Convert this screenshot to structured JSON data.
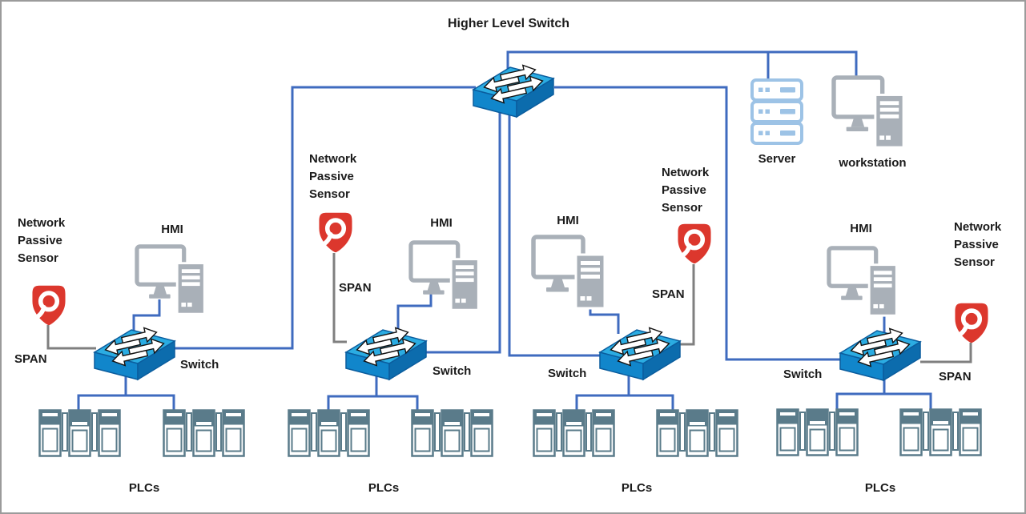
{
  "diagram_title": "Higher Level Switch",
  "infrastructure": {
    "server_label": "Server",
    "workstation_label": "workstation"
  },
  "groups": [
    {
      "sensor_label": "Network Passive Sensor",
      "span_label": "SPAN",
      "hmi_label": "HMI",
      "switch_label": "Switch",
      "plcs_label": "PLCs"
    },
    {
      "sensor_label": "Network Passive Sensor",
      "span_label": "SPAN",
      "hmi_label": "HMI",
      "switch_label": "Switch",
      "plcs_label": "PLCs"
    },
    {
      "sensor_label": "Network Passive Sensor",
      "span_label": "SPAN",
      "hmi_label": "HMI",
      "switch_label": "Switch",
      "plcs_label": "PLCs"
    },
    {
      "sensor_label": "Network Passive Sensor",
      "span_label": "SPAN",
      "hmi_label": "HMI",
      "switch_label": "Switch",
      "plcs_label": "PLCs"
    }
  ],
  "icons": {
    "switch": "3d-network-switch-icon",
    "sensor": "qualys-shield-icon",
    "hmi": "monitor-and-tower-icon",
    "server": "server-stack-icon",
    "plc": "plc-rack-icon"
  },
  "colors": {
    "connector_blue": "#3F6BBF",
    "connector_gray": "#7F7F7F",
    "switch_blue": "#2BACE2",
    "switch_front_blue": "#1186CB",
    "sensor_red": "#DC372D",
    "server_light_blue": "#9DC3E6",
    "hmi_gray": "#A9B0B8",
    "plc_slate": "#5A7B8A"
  }
}
